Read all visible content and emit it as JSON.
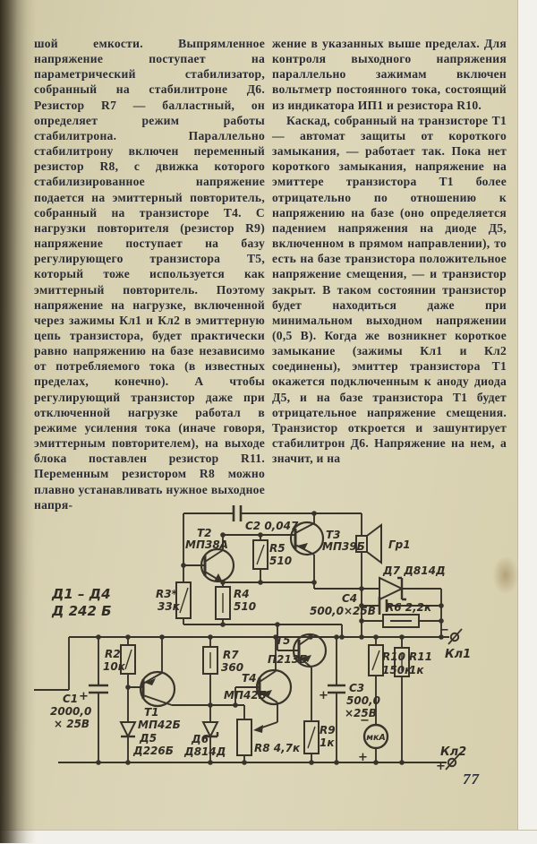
{
  "page": {
    "number": "77",
    "columns": {
      "left": [
        "шой емкости. Выпрямленное напряжение поступает на параметрический стабилизатор, собранный на стабилитроне Д6. Резистор R7 — балластный, он определяет режим работы стабилитрона. Параллельно стабилитрону включен переменный резистор R8, с движка которого стабилизированное напряжение подается на эмиттерный повторитель, собранный на транзисторе Т4. С нагрузки повторителя (резистор R9) напряжение поступает на базу регулирующего транзистора Т5, который тоже используется как эмиттерный повторитель. Поэтому напряжение на нагрузке, включенной через зажимы Кл1 и Кл2 в эмиттерную цепь транзистора, будет практически равно напряжению на базе независимо от потребляемого тока (в известных пределах, конечно). А чтобы регулирующий транзистор даже при отключенной нагрузке работал в режиме усиления тока (иначе говоря, эмиттерным повторителем), на выходе блока поставлен резистор R11. Переменным резистором R8 можно плавно устанавливать нужное выходное напря-"
      ],
      "right": [
        "жение в указанных выше пределах. Для контроля выходного напряжения параллельно зажимам включен вольтметр постоянного тока, состоящий из индикатора ИП1 и резистора R10.",
        "Каскад, собранный на транзисторе Т1 — автомат защиты от короткого замыкания, — работает так. Пока нет короткого замыкания, напряжение на эмиттере транзистора Т1 более отрицательно по отношению к напряжению на базе (оно определяется падением напряжения на диоде Д5, включенном в прямом направлении), то есть на базе транзистора положительное напряжение смещения, — и транзистор закрыт. В таком состоянии транзистор будет находиться даже при минимальном выходном напряжении (0,5 В). Когда же возникнет короткое замыкание (зажимы Кл1 и Кл2 соединены), эмиттер транзистора Т1 окажется подключенным к аноду диода Д5, и на базе транзистора Т1 будет отрицательное напряжение смещения. Транзистор откроется и зашунтирует стабилитрон Д6. Напряжение на нем, а значит, и на"
      ]
    }
  },
  "schematic": {
    "ink_color": "#38342b",
    "paper_color": "#d8d1b1",
    "labels": {
      "d1d4_1": "Д1 – Д4",
      "d1d4_2": "Д 242 Б",
      "c2": "С2 0,047",
      "t2_name": "Т2",
      "t2_type": "МП38А",
      "t3_name": "Т3",
      "t3_type": "МП39Б",
      "r5_name": "R5",
      "r5_val": "510",
      "gr1": "Гр1",
      "d7": "Д7 Д814Д",
      "r3_name": "R3*",
      "r3_val": "33к",
      "r4_name": "R4",
      "r4_val": "510",
      "c4_name": "С4",
      "c4_val": "500,0×25В",
      "r6": "R6 2,2к",
      "kl1_sign": "−",
      "kl1": "Кл1",
      "r2_name": "R2",
      "r2_val": "10к",
      "t5_name": "Т5",
      "t5_type": "П213Б",
      "r7_name": "R7",
      "r7_val": "360",
      "t4_name": "Т4",
      "t4_type": "МП42Б",
      "r10_name": "R10",
      "r10_val": "150к",
      "r11_name": "R11",
      "r11_val": "1к",
      "c1_name": "С1",
      "c1_val1": "2000,0",
      "c1_val2": "× 25В",
      "c1_plus": "+",
      "t1_name": "Т1",
      "t1_type": "МП42Б",
      "c3_name": "С3",
      "c3_val1": "500,0",
      "c3_val2": "×25В",
      "c3_plus": "+",
      "d5_name": "Д5",
      "d5_type": "Д226Б",
      "d6_name": "Д6",
      "d6_type": "Д814Д",
      "r8": "R8 4,7к",
      "r9_name": "R9",
      "r9_val": "1к",
      "meter": "мкА",
      "meter_minus": "−",
      "meter_plus": "+",
      "kl2_sign": "+",
      "kl2": "Кл2"
    }
  }
}
